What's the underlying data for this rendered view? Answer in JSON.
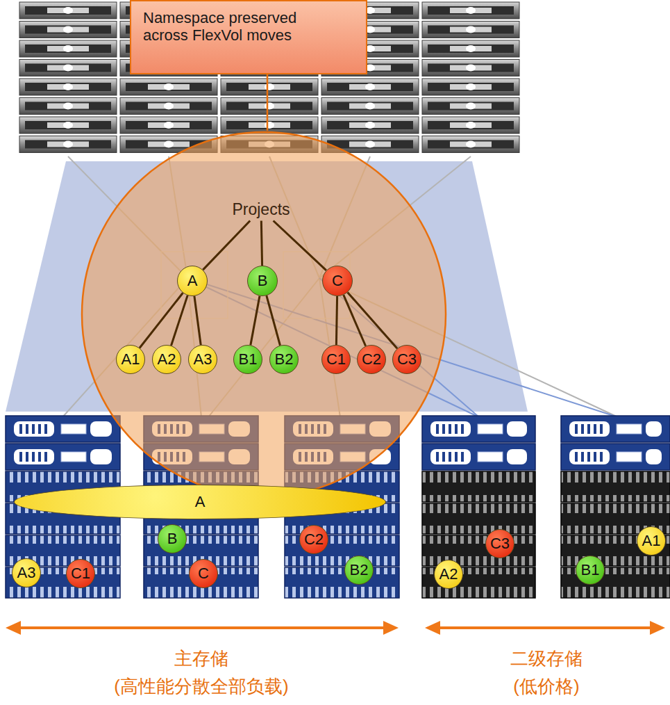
{
  "diagram": {
    "nodes": [
      {
        "text": [
          "Namespace preserved across FlexVol moves"
        ]
      },
      {
        "text": [
          "Projects"
        ]
      },
      {
        "text": [
          "A"
        ]
      },
      {
        "text": [
          "B"
        ]
      },
      {
        "text": [
          "C"
        ]
      },
      {
        "text": [
          "A1"
        ]
      },
      {
        "text": [
          "A2"
        ]
      },
      {
        "text": [
          "A3"
        ]
      },
      {
        "text": [
          "B1"
        ]
      },
      {
        "text": [
          "B2"
        ]
      },
      {
        "text": [
          "C1"
        ]
      },
      {
        "text": [
          "C2"
        ]
      },
      {
        "text": [
          "C3"
        ]
      },
      {
        "text": [
          "A"
        ]
      },
      {
        "text": [
          "B"
        ]
      },
      {
        "text": [
          "C2"
        ]
      },
      {
        "text": [
          "C3"
        ]
      },
      {
        "text": [
          "A1"
        ]
      },
      {
        "text": [
          "A3"
        ]
      },
      {
        "text": [
          "C1"
        ]
      },
      {
        "text": [
          "C"
        ]
      },
      {
        "text": [
          "B2"
        ]
      },
      {
        "text": [
          "A2"
        ]
      },
      {
        "text": [
          "B1"
        ]
      }
    ],
    "edges": [
      {
        "from": 1,
        "to": 2,
        "arrow": "none"
      },
      {
        "from": 1,
        "to": 3,
        "arrow": "none"
      },
      {
        "from": 1,
        "to": 4,
        "arrow": "none"
      },
      {
        "from": 2,
        "to": 5,
        "arrow": "none"
      },
      {
        "from": 2,
        "to": 6,
        "arrow": "none"
      },
      {
        "from": 2,
        "to": 7,
        "arrow": "none"
      },
      {
        "from": 3,
        "to": 8,
        "arrow": "none"
      },
      {
        "from": 3,
        "to": 9,
        "arrow": "none"
      },
      {
        "from": 4,
        "to": 10,
        "arrow": "none"
      },
      {
        "from": 4,
        "to": 11,
        "arrow": "none"
      },
      {
        "from": 4,
        "to": 12,
        "arrow": "none"
      }
    ],
    "labels": [
      "主存储",
      "(高性能分散全部负载)",
      "二级存储",
      "(低价格)"
    ]
  }
}
